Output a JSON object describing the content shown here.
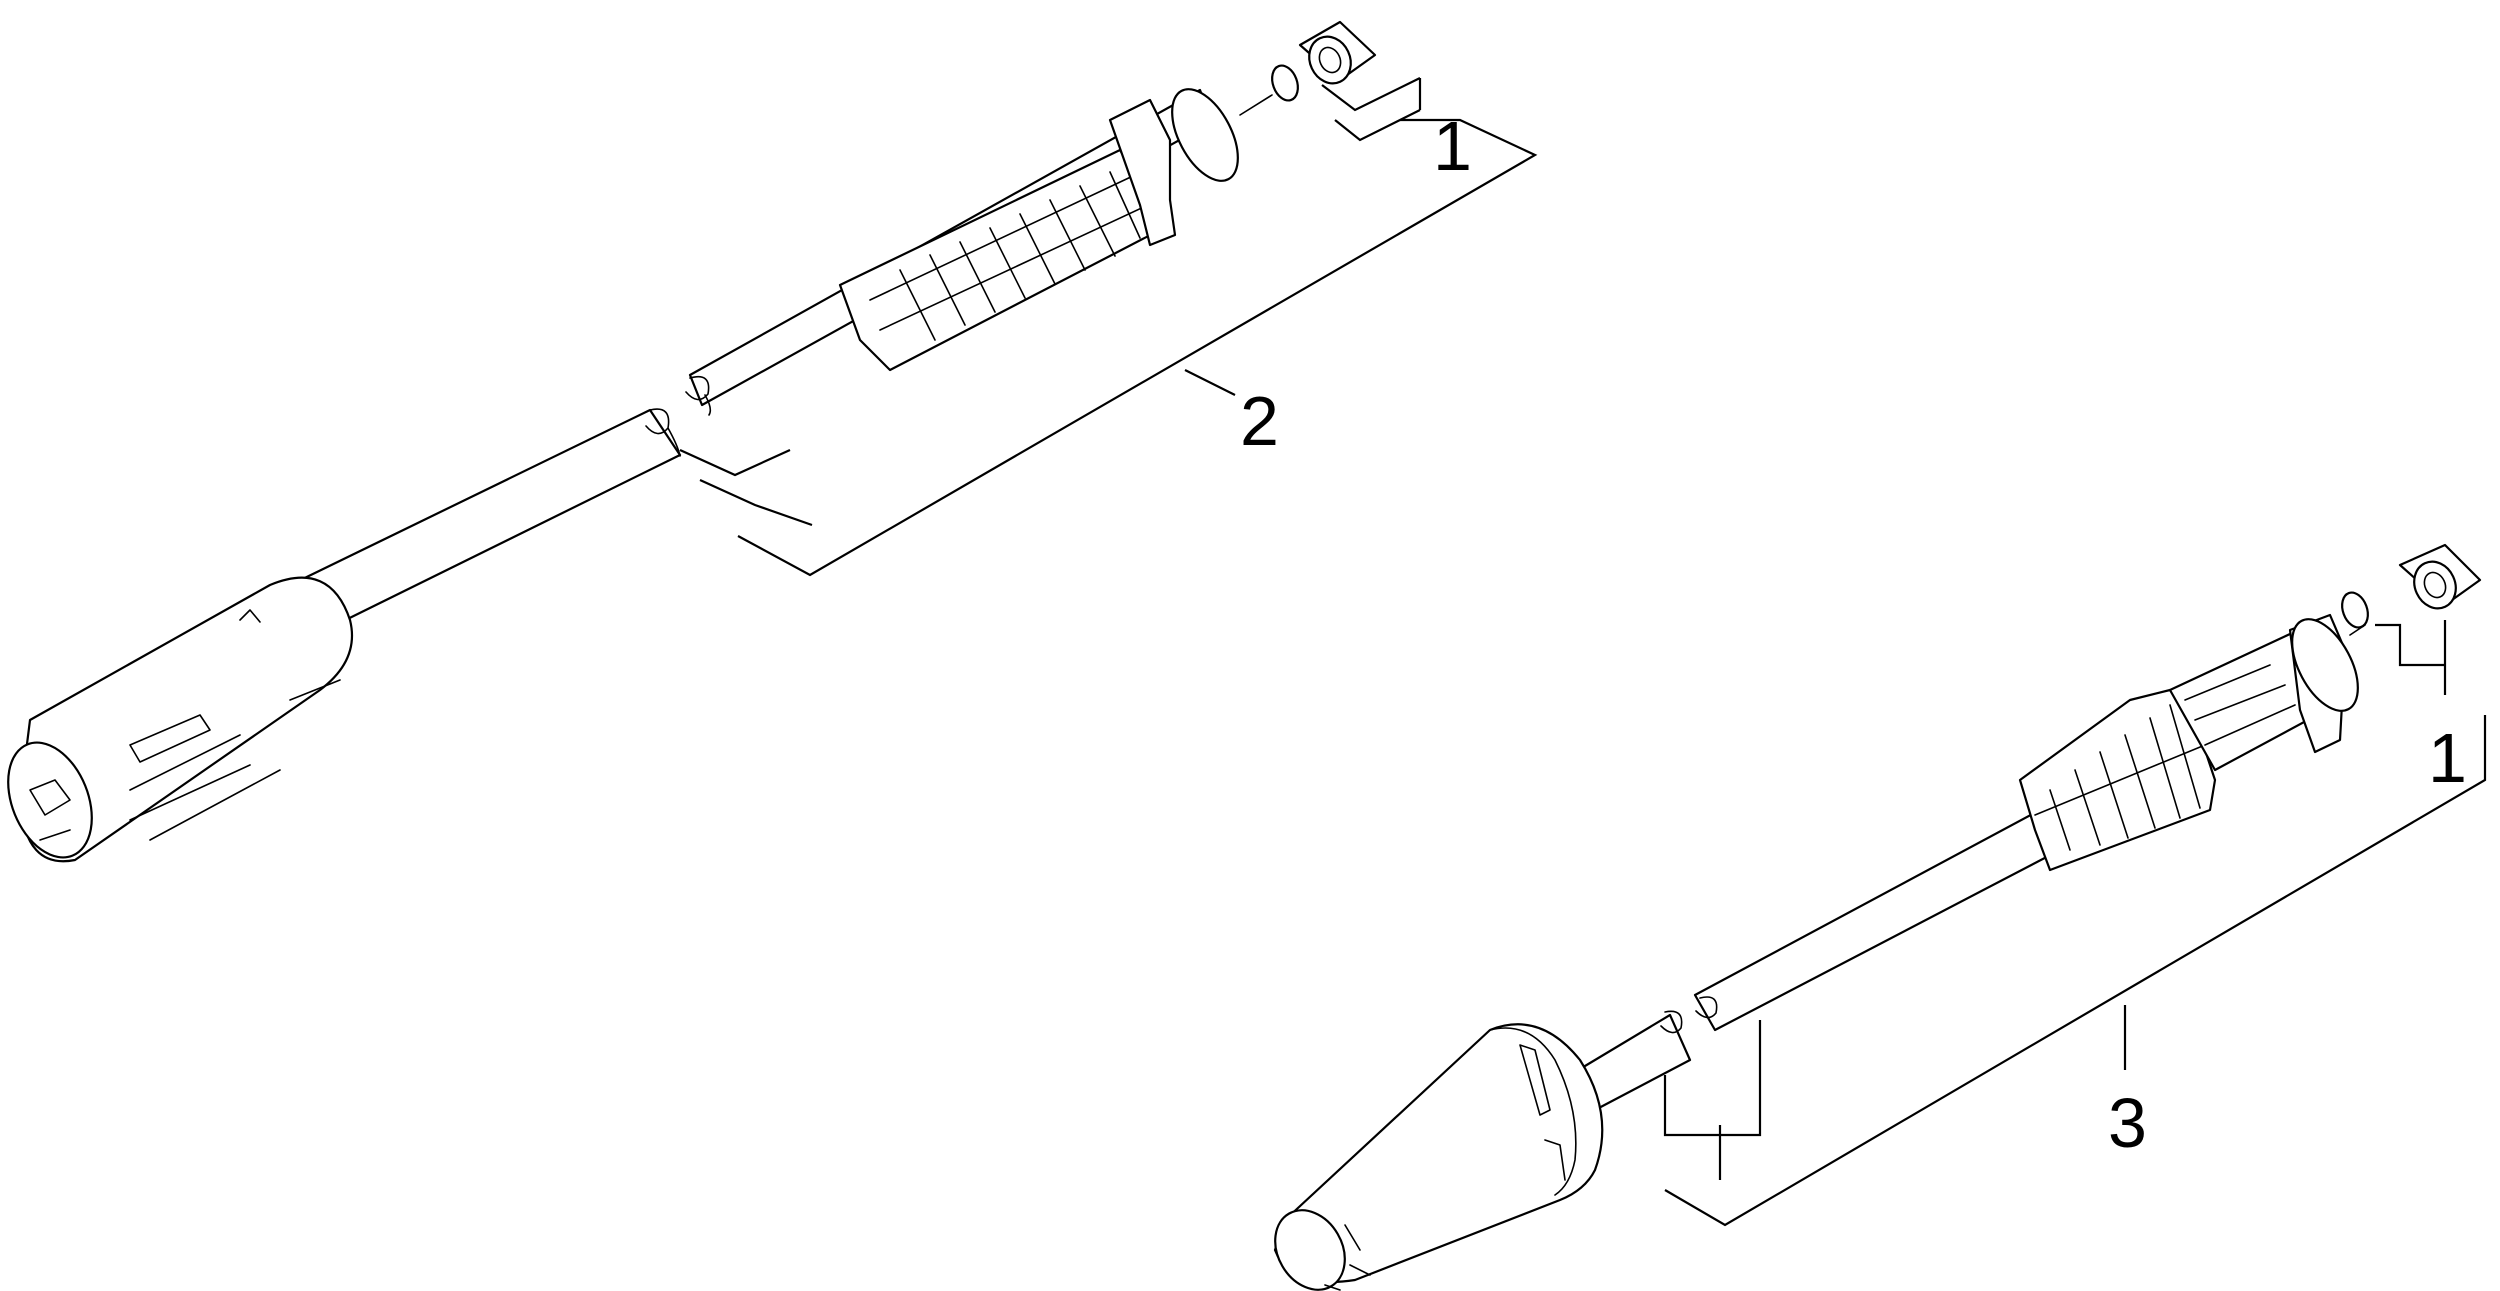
{
  "callouts": {
    "c1a": "1",
    "c2": "2",
    "c1b": "1",
    "c3": "3"
  },
  "colors": {
    "line": "#000000",
    "background": "#ffffff"
  },
  "parts": [
    "nozzle-insert",
    "o-ring",
    "spray-lance-vario-power",
    "spray-lance-dirt-blaster"
  ]
}
